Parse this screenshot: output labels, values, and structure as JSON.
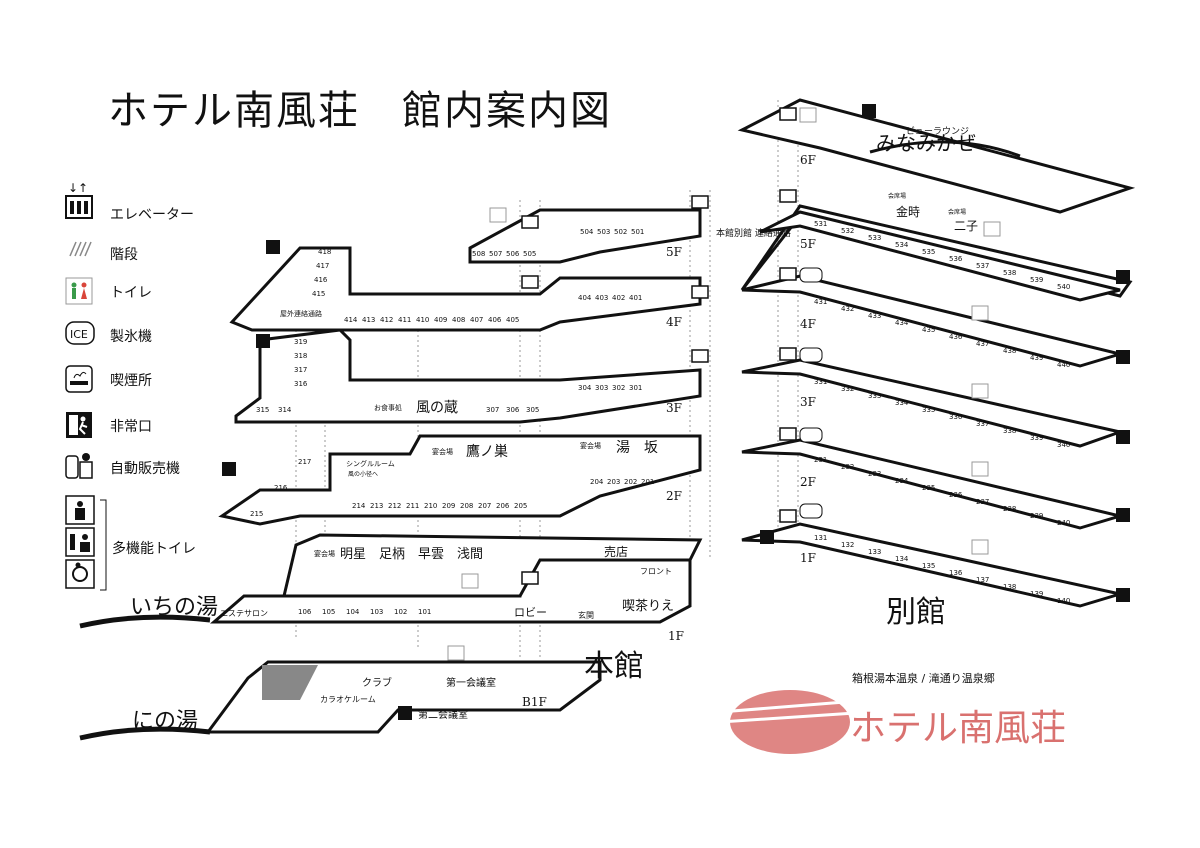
{
  "title": "ホテル南風荘　館内案内図",
  "legend": {
    "elevator": "エレベーター",
    "stairs": "階段",
    "toilet": "トイレ",
    "ice": "製氷機",
    "ice_badge": "ICE",
    "smoking": "喫煙所",
    "exit": "非常口",
    "vending": "自動販売機",
    "multi_toilet": "多機能トイレ"
  },
  "buildings": {
    "main": "本館",
    "annex": "別館",
    "annex_connector": "本館別館\n連絡通路",
    "outdoor_connector": "屋外連絡通路"
  },
  "floors": {
    "b1f": "B1F",
    "f1": "1F",
    "f2": "2F",
    "f3": "3F",
    "f4": "4F",
    "f5": "5F",
    "a1f": "1F",
    "a2f": "2F",
    "a3f": "3F",
    "a4f": "4F",
    "a5f": "5F",
    "a6f": "6F"
  },
  "baths": {
    "ichi": "いちの湯",
    "ni": "にの湯"
  },
  "rooms": {
    "f1": [
      "106",
      "105",
      "104",
      "103",
      "102",
      "101"
    ],
    "f2": [
      "214",
      "213",
      "212",
      "211",
      "210",
      "209",
      "208",
      "207",
      "206",
      "205"
    ],
    "f2_left": [
      "217",
      "216",
      "215"
    ],
    "f2_east": [
      "204",
      "203",
      "202",
      "201"
    ],
    "f3": [
      "315",
      "314",
      "307",
      "306",
      "305"
    ],
    "f3_east": [
      "304",
      "303",
      "302",
      "301"
    ],
    "f3_left": [
      "319",
      "318",
      "317",
      "316"
    ],
    "f4": [
      "414",
      "413",
      "412",
      "411",
      "410",
      "409",
      "408",
      "407",
      "406",
      "405"
    ],
    "f4_left": [
      "418",
      "417",
      "416",
      "415"
    ],
    "f4_east": [
      "404",
      "403",
      "402",
      "401"
    ],
    "f5": [
      "508",
      "507",
      "506",
      "505",
      "504",
      "503",
      "502",
      "501"
    ],
    "a1": [
      "131",
      "132",
      "133",
      "134",
      "135",
      "136",
      "137",
      "138",
      "139",
      "140"
    ],
    "a2": [
      "231",
      "232",
      "233",
      "234",
      "235",
      "236",
      "237",
      "238",
      "239",
      "240"
    ],
    "a3": [
      "331",
      "332",
      "333",
      "334",
      "335",
      "336",
      "337",
      "338",
      "339",
      "340"
    ],
    "a4": [
      "431",
      "432",
      "433",
      "434",
      "435",
      "436",
      "437",
      "438",
      "439",
      "440"
    ],
    "a5": [
      "531",
      "532",
      "533",
      "534",
      "535",
      "536",
      "537",
      "538",
      "539",
      "540"
    ]
  },
  "places": {
    "esthe": "エステサロン",
    "lobby": "ロビー",
    "entrance": "玄関",
    "cafe": "喫茶りえ",
    "shop": "売店",
    "front": "フロント",
    "banquet1_tag": "宴会場",
    "banquet1": "明星　足柄　早雲　浅間",
    "banquet2_tag": "宴会場",
    "banquet2": "鷹ノ巣",
    "banquet3_tag": "宴会場",
    "banquet3": "湯　坂",
    "single": "シングルルーム",
    "single_sub": "風の小径へ",
    "dining_tag": "お食事処",
    "dining": "風の蔵",
    "club": "クラブ",
    "karaoke": "カラオケルーム",
    "conf1": "第一会議室",
    "conf2": "第二会議室",
    "kaiseki_tag1": "会席場",
    "kinji": "金時",
    "kaiseki_tag2": "会席場",
    "futago": "二子",
    "lounge_tag": "ビューラウンジ",
    "lounge": "みなみかぜ"
  },
  "brand": {
    "subtitle": "箱根湯本温泉 / 滝通り温泉郷",
    "logo_text": "ホテル南風荘",
    "logo_color": "#d9716f"
  }
}
